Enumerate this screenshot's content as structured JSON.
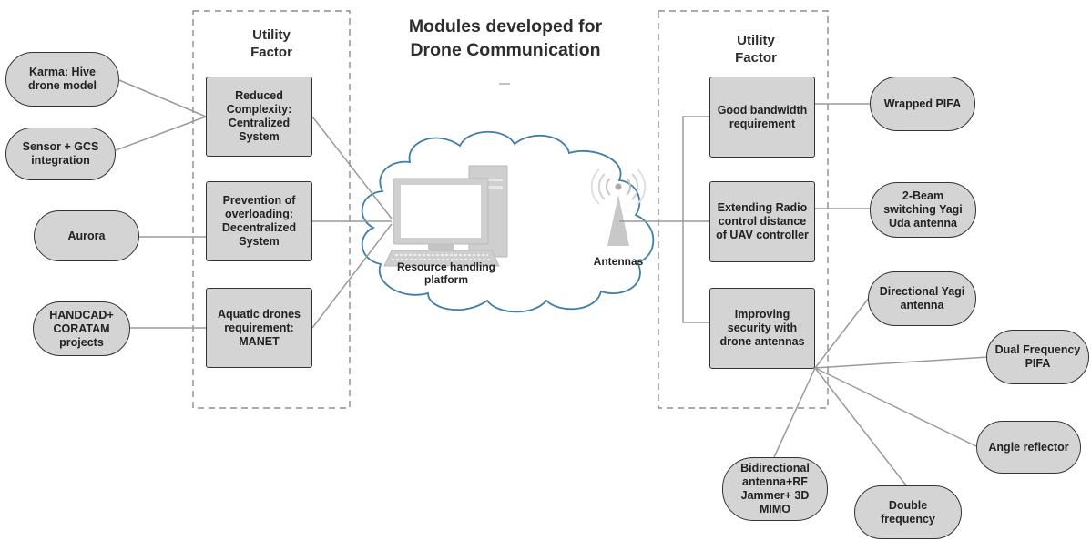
{
  "title": {
    "line1": "Modules developed for",
    "line2": "Drone Communication"
  },
  "left_group": {
    "heading": {
      "line1": "Utility",
      "line2": "Factor"
    },
    "factors": [
      {
        "lines": [
          "Reduced",
          "Complexity:",
          "Centralized",
          "System"
        ]
      },
      {
        "lines": [
          "Prevention of",
          "overloading:",
          "Decentralized",
          "System"
        ]
      },
      {
        "lines": [
          "Aquatic drones",
          "requirement:",
          "MANET"
        ]
      }
    ],
    "sources": [
      {
        "lines": [
          "Karma: Hive",
          "drone model"
        ]
      },
      {
        "lines": [
          "Sensor + GCS",
          "integration"
        ]
      },
      {
        "lines": [
          "Aurora"
        ]
      },
      {
        "lines": [
          "HANDCAD+",
          "CORATAM",
          "projects"
        ]
      }
    ]
  },
  "center": {
    "computer_label": {
      "line1": "Resource handling",
      "line2": "platform"
    },
    "antenna_label": "Antennas"
  },
  "right_group": {
    "heading": {
      "line1": "Utility",
      "line2": "Factor"
    },
    "factors": [
      {
        "lines": [
          "Good bandwidth",
          "requirement"
        ]
      },
      {
        "lines": [
          "Extending Radio",
          "control distance",
          "of UAV controller"
        ]
      },
      {
        "lines": [
          "Improving",
          "security with",
          "drone antennas"
        ]
      }
    ],
    "outputs": [
      {
        "lines": [
          "Wrapped PIFA"
        ]
      },
      {
        "lines": [
          "2-Beam",
          "switching Yagi",
          "Uda antenna"
        ]
      },
      {
        "lines": [
          "Directional Yagi",
          "antenna"
        ]
      },
      {
        "lines": [
          "Dual Frequency",
          "PIFA"
        ]
      },
      {
        "lines": [
          "Angle reflector"
        ]
      },
      {
        "lines": [
          "Double frequency"
        ]
      },
      {
        "lines": [
          "Bidirectional",
          "antenna+RF",
          "Jammer+ 3D",
          "MIMO"
        ]
      }
    ]
  },
  "colors": {
    "node_fill": "#d4d4d4",
    "node_border": "#333333",
    "connector": "#9a9a9a",
    "cloud_outline": "#3d7fa8",
    "group_border": "#777777"
  }
}
